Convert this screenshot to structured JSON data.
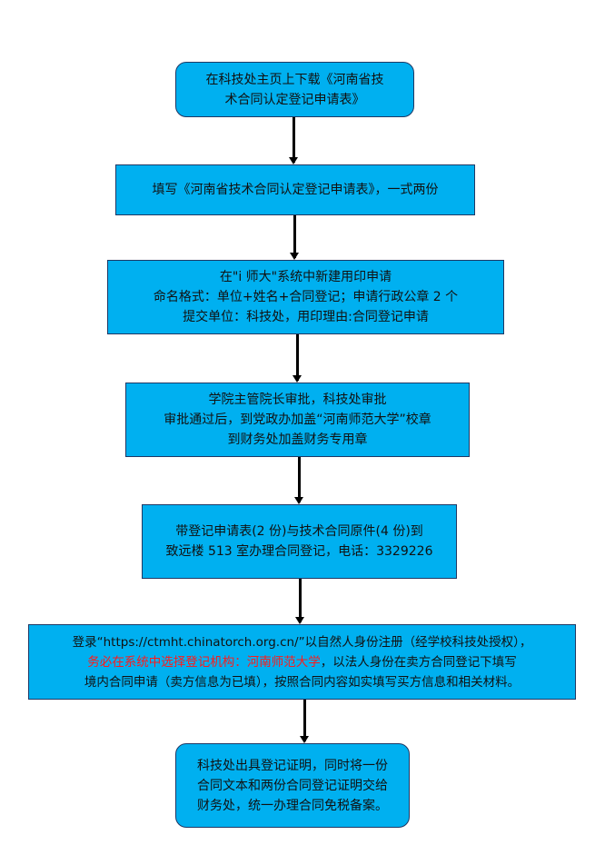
{
  "steps": [
    {
      "lines": [
        "在科技处主页上下载《河南省技",
        "术合同认定登记申请表》"
      ]
    },
    {
      "lines": [
        "填写《河南省技术合同认定登记申请表》，一式两份"
      ]
    },
    {
      "lines": [
        "在\"i 师大\"系统中新建用印申请",
        "命名格式：单位+姓名+合同登记；申请行政公章 2 个",
        "提交单位：科技处，用印理由:合同登记申请"
      ]
    },
    {
      "lines": [
        "学院主管院长审批，科技处审批",
        "审批通过后，到党政办加盖“河南师范大学”校章",
        "到财务处加盖财务专用章"
      ]
    },
    {
      "lines": [
        "带登记申请表(2 份)与技术合同原件(4  份)到",
        "致远楼 513 室办理合同登记，电话：3329226"
      ]
    },
    {
      "line1": "登录“https://ctmht.chinatorch.org.cn/”以自然人身份注册（经学校科技处授权），",
      "line2_red": "务必在系统中选择登记机构：河南师范大学",
      "line2_rest": "，以法人身份在卖方合同登记下填写",
      "line3": "境内合同申请（卖方信息为已填），按照合同内容如实填写买方信息和相关材料。"
    },
    {
      "lines": [
        "科技处出具登记证明，同时将一份",
        "合同文本和两份合同登记证明交给",
        "财务处，统一办理合同免税备案。"
      ]
    }
  ],
  "colors": {
    "box": "#00B0F0",
    "highlight": "#ff1a1a"
  }
}
